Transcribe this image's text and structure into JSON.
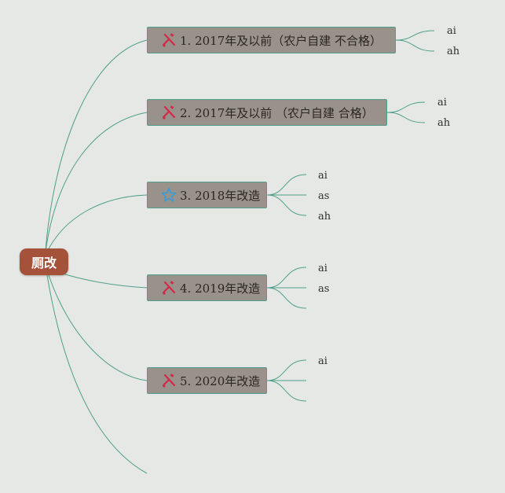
{
  "root": {
    "label": "厕改"
  },
  "topics": [
    {
      "label": "1. 2017年及以前（农户自建 不合格）",
      "icon": "tools-icon",
      "leaves": [
        "ai",
        "ah"
      ]
    },
    {
      "label": "2. 2017年及以前 （农户自建 合格）",
      "icon": "tools-icon",
      "leaves": [
        "ai",
        "ah"
      ]
    },
    {
      "label": "3. 2018年改造",
      "icon": "star-icon",
      "leaves": [
        "ai",
        "as",
        "ah"
      ]
    },
    {
      "label": "4. 2019年改造",
      "icon": "tools-icon",
      "leaves": [
        "ai",
        "as",
        ""
      ]
    },
    {
      "label": "5. 2020年改造",
      "icon": "tools-icon",
      "leaves": [
        "ai",
        "",
        ""
      ]
    }
  ],
  "colors": {
    "background": "#e5e8e4",
    "root_fill": "#a4533a",
    "topic_fill": "#99928a",
    "connector": "#4f9f8c",
    "tools_icon": "#d3294a",
    "star_icon": "#3a9bd5"
  }
}
